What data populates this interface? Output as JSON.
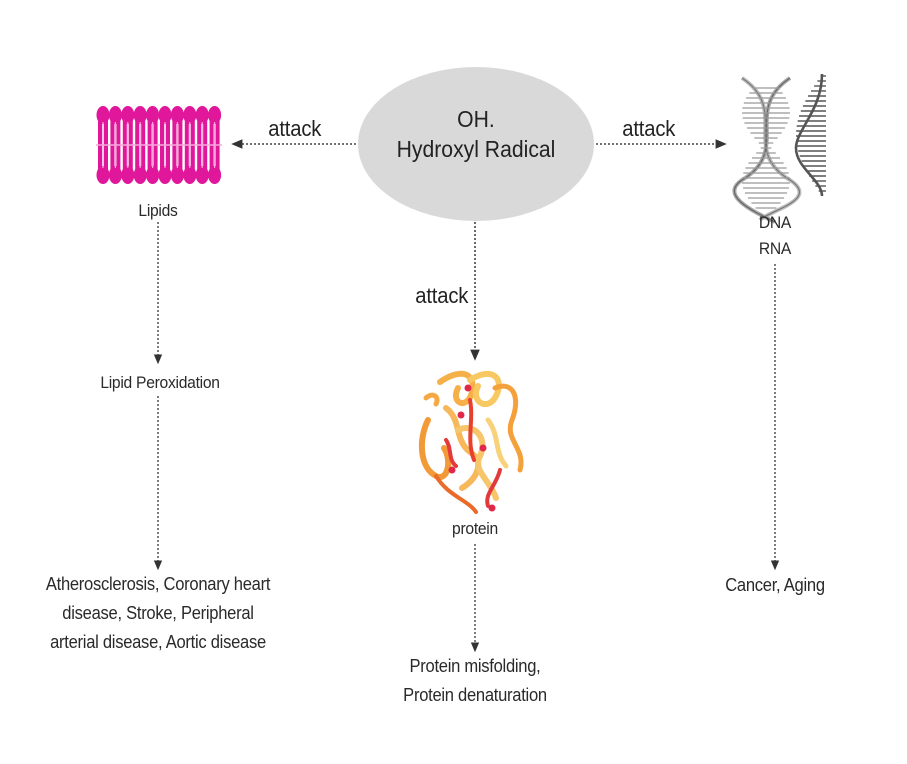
{
  "center_node": {
    "title_line1": "OH.",
    "title_line2": "Hydroxyl Radical",
    "fill_color": "#d9d9d9"
  },
  "edges": {
    "left_label": "attack",
    "right_label": "attack",
    "down_label": "attack"
  },
  "targets": {
    "lipids": {
      "label": "Lipids",
      "icon": "lipid-bilayer-icon",
      "color": "#e0179b"
    },
    "dna": {
      "label_line1": "DNA",
      "label_line2": "RNA",
      "icon": "dna-helix-icon"
    },
    "protein": {
      "label": "protein",
      "icon": "protein-structure-icon"
    }
  },
  "outcomes": {
    "lipid_peroxidation": "Lipid Peroxidation",
    "lipid_diseases": {
      "line1": "Atherosclerosis, Coronary heart",
      "line2": "disease, Stroke, Peripheral",
      "line3": "arterial disease, Aortic disease"
    },
    "protein_effects": {
      "line1": "Protein misfolding,",
      "line2": "Protein denaturation"
    },
    "dna_effects": "Cancer, Aging"
  }
}
